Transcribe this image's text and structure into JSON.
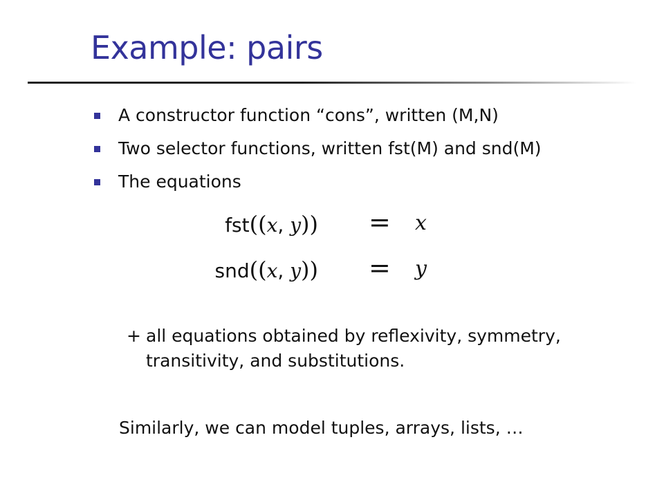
{
  "title": "Example: pairs",
  "bullets": [
    {
      "text": "A constructor function “cons”, written (M,N)"
    },
    {
      "text": "Two selector functions, written fst(M) and snd(M)"
    },
    {
      "text": "The equations"
    }
  ],
  "equations": [
    {
      "fn": "fst",
      "open": "((",
      "var1": "x",
      "comma": ", ",
      "var2": "y",
      "close": "))",
      "op": "=",
      "rhs": "x"
    },
    {
      "fn": "snd",
      "open": "((",
      "var1": "x",
      "comma": ", ",
      "var2": "y",
      "close": "))",
      "op": "=",
      "rhs": "y"
    }
  ],
  "note": {
    "plus": "+",
    "line1": "all equations obtained by reflexivity, symmetry,",
    "line2": "transitivity, and substitutions."
  },
  "closing": "Similarly, we can model tuples, arrays, lists, …",
  "colors": {
    "accent": "#33339a",
    "text": "#111111"
  }
}
